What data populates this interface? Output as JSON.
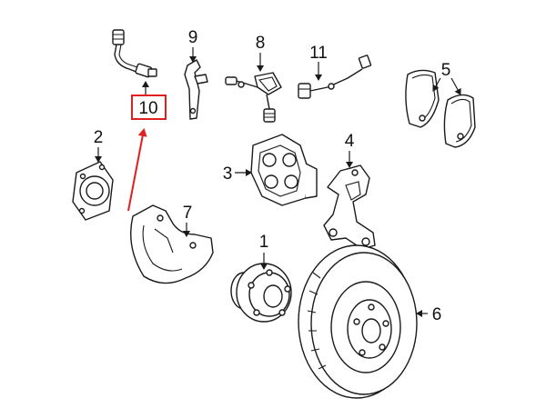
{
  "callouts": {
    "c1": "1",
    "c2": "2",
    "c3": "3",
    "c4": "4",
    "c5": "5",
    "c6": "6",
    "c7": "7",
    "c8": "8",
    "c9": "9",
    "c10": "10",
    "c11": "11"
  },
  "highlight": {
    "color": "#e02020"
  }
}
